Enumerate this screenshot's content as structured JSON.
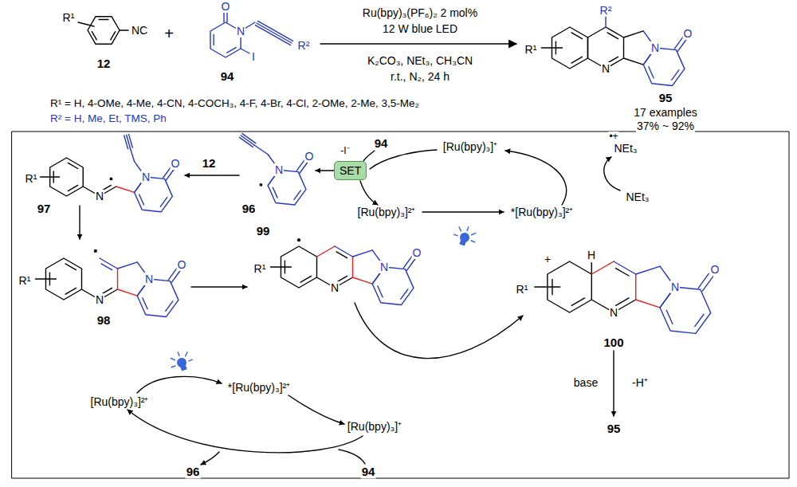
{
  "diagram": {
    "nodes": [
      {
        "text": [
          "SET"
        ]
      }
    ],
    "labels": [
      "R¹",
      "NC",
      "12",
      "+",
      "O",
      "N",
      "I",
      "R²",
      "94",
      "Ru(bpy)₃(PF₆)₂ 2 mol%",
      "12 W blue LED",
      "K₂CO₃, NEt₃, CH₃CN",
      "r.t., N₂, 24 h",
      "R²",
      "R¹",
      "N",
      "N",
      "O",
      "95",
      "17 examples",
      "37% ~ 92%",
      "R¹ = H, 4-OMe, 4-Me, 4-CN, 4-COCH₃, 4-F, 4-Br, 4-Cl, 2-OMe, 2-Me, 3,5-Me₂",
      "R² = H, Me, Et, TMS, Ph",
      "94",
      "-I⁻",
      "[Ru(bpy)₃]⁺",
      "•+",
      "NEt₃",
      "NEt₃",
      "[Ru(bpy)₃]²⁺",
      "*[Ru(bpy)₃]²⁺",
      "12",
      "96",
      "O",
      "N",
      "R¹",
      "N",
      "N",
      "O",
      "97",
      "R¹",
      "N",
      "N",
      "O",
      "98",
      "99",
      "R¹",
      "N",
      "N",
      "O",
      "R¹",
      "H",
      "+",
      "N",
      "N",
      "O",
      "100",
      "base",
      "-H⁺",
      "95",
      "*[Ru(bpy)₃]²⁺",
      "[Ru(bpy)₃]²⁺",
      "[Ru(bpy)₃]⁺",
      "96",
      "94"
    ]
  }
}
